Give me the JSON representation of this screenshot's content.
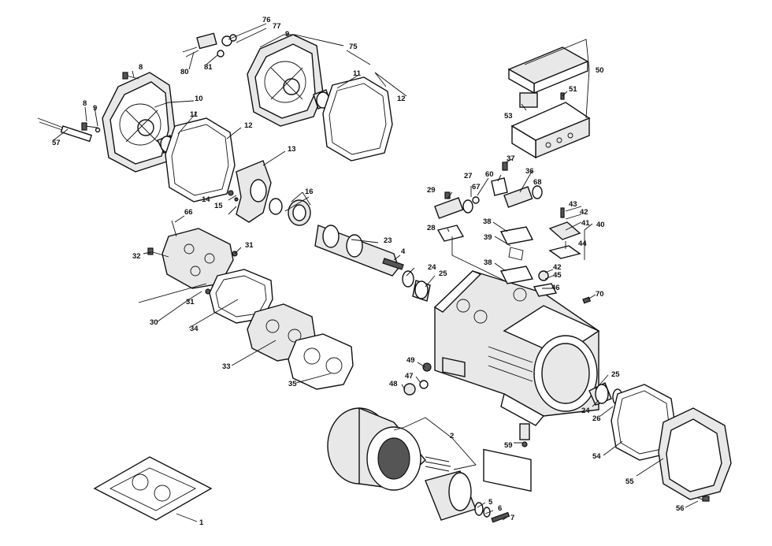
{
  "callouts": [
    {
      "id": "c76",
      "label": "76"
    },
    {
      "id": "c77",
      "label": "77"
    },
    {
      "id": "c9a",
      "label": "9"
    },
    {
      "id": "c75",
      "label": "75"
    },
    {
      "id": "c8a",
      "label": "8"
    },
    {
      "id": "c80",
      "label": "80"
    },
    {
      "id": "c81",
      "label": "81"
    },
    {
      "id": "c11a",
      "label": "11"
    },
    {
      "id": "c12a",
      "label": "12"
    },
    {
      "id": "c10",
      "label": "10"
    },
    {
      "id": "c8b",
      "label": "8"
    },
    {
      "id": "c9b",
      "label": "9"
    },
    {
      "id": "c11b",
      "label": "11"
    },
    {
      "id": "c57",
      "label": "57"
    },
    {
      "id": "c12b",
      "label": "12"
    },
    {
      "id": "c13",
      "label": "13"
    },
    {
      "id": "c14",
      "label": "14"
    },
    {
      "id": "c15",
      "label": "15"
    },
    {
      "id": "c16",
      "label": "16"
    },
    {
      "id": "c66",
      "label": "66"
    },
    {
      "id": "c23",
      "label": "23"
    },
    {
      "id": "c4",
      "label": "4"
    },
    {
      "id": "c32",
      "label": "32"
    },
    {
      "id": "c31a",
      "label": "31"
    },
    {
      "id": "c24a",
      "label": "24"
    },
    {
      "id": "c25a",
      "label": "25"
    },
    {
      "id": "c31b",
      "label": "31"
    },
    {
      "id": "c30",
      "label": "30"
    },
    {
      "id": "c34",
      "label": "34"
    },
    {
      "id": "c33",
      "label": "33"
    },
    {
      "id": "c35",
      "label": "35"
    },
    {
      "id": "c50",
      "label": "50"
    },
    {
      "id": "c51",
      "label": "51"
    },
    {
      "id": "c53",
      "label": "53"
    },
    {
      "id": "c37",
      "label": "37"
    },
    {
      "id": "c60",
      "label": "60"
    },
    {
      "id": "c36",
      "label": "36"
    },
    {
      "id": "c68",
      "label": "68"
    },
    {
      "id": "c27",
      "label": "27"
    },
    {
      "id": "c29",
      "label": "29"
    },
    {
      "id": "c67",
      "label": "67"
    },
    {
      "id": "c43",
      "label": "43"
    },
    {
      "id": "c42a",
      "label": "42"
    },
    {
      "id": "c41",
      "label": "41"
    },
    {
      "id": "c40",
      "label": "40"
    },
    {
      "id": "c38a",
      "label": "38"
    },
    {
      "id": "c28",
      "label": "28"
    },
    {
      "id": "c39",
      "label": "39"
    },
    {
      "id": "c44",
      "label": "44"
    },
    {
      "id": "c38b",
      "label": "38"
    },
    {
      "id": "c42b",
      "label": "42"
    },
    {
      "id": "c45",
      "label": "45"
    },
    {
      "id": "c46",
      "label": "46"
    },
    {
      "id": "c70",
      "label": "70"
    },
    {
      "id": "c49",
      "label": "49"
    },
    {
      "id": "c47",
      "label": "47"
    },
    {
      "id": "c48",
      "label": "48"
    },
    {
      "id": "c25b",
      "label": "25"
    },
    {
      "id": "c24b",
      "label": "24"
    },
    {
      "id": "c26",
      "label": "26"
    },
    {
      "id": "c2",
      "label": "2"
    },
    {
      "id": "c59",
      "label": "59"
    },
    {
      "id": "c54",
      "label": "54"
    },
    {
      "id": "c55",
      "label": "55"
    },
    {
      "id": "c5",
      "label": "5"
    },
    {
      "id": "c6",
      "label": "6"
    },
    {
      "id": "c7",
      "label": "7"
    },
    {
      "id": "c56",
      "label": "56"
    },
    {
      "id": "c1",
      "label": "1"
    }
  ],
  "colors": {
    "ink": "#111111",
    "paper": "#ffffff",
    "shade": "#e8e8e8"
  }
}
